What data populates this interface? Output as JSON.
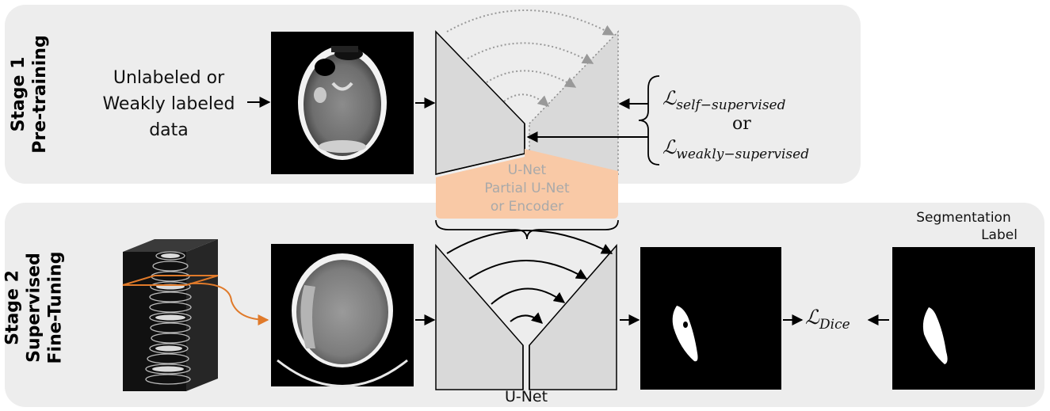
{
  "stage1": {
    "title": "Stage 1",
    "subtitle": "Pre-training",
    "input_lines": [
      "Unlabeled or",
      "Weakly labeled",
      "data"
    ],
    "loss_self_main": "ℒ",
    "loss_self_sub": "self−supervised",
    "loss_or": "or",
    "loss_weak_main": "ℒ",
    "loss_weak_sub": "weakly−supervised"
  },
  "transfer": {
    "lines": [
      "U-Net",
      "Partial U-Net",
      "or Encoder"
    ]
  },
  "stage2": {
    "title_lines": [
      "Stage 2",
      "Supervised",
      "Fine-Tuning"
    ],
    "model_label": "U-Net",
    "seg_label_lines": [
      "Segmentation",
      "Label"
    ],
    "loss_main": "ℒ",
    "loss_sub": "Dice"
  },
  "colors": {
    "panel": "#ededed",
    "unet_fill": "#d9d9d9",
    "transfer_fill": "#f9c9a6",
    "transfer_text": "#a9a9a9",
    "slice_arrow": "#e07a2a"
  }
}
